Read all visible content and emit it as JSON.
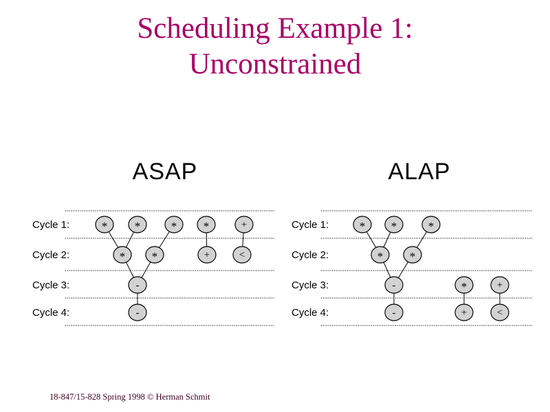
{
  "title": {
    "line1": "Scheduling Example 1:",
    "line2": "Unconstrained"
  },
  "columns": {
    "asap_header": "ASAP",
    "alap_header": "ALAP"
  },
  "footer": {
    "text": "18-847/15-828 Spring 1998 © Herman Schmit"
  },
  "colors": {
    "title_text": "#aa0066",
    "header_text": "#000000",
    "node_fill": "#d2d2d2",
    "node_border": "#000000",
    "edge": "#000000",
    "separator_dots": "#111111",
    "footer_text": "#40001f",
    "background": "#ffffff"
  },
  "asap": {
    "cycle_labels": [
      "Cycle 1:",
      "Cycle 2:",
      "Cycle 3:",
      "Cycle 4:"
    ],
    "nodes": [
      {
        "cycle": 1,
        "op": "*"
      },
      {
        "cycle": 1,
        "op": "*"
      },
      {
        "cycle": 1,
        "op": "*"
      },
      {
        "cycle": 1,
        "op": "*"
      },
      {
        "cycle": 1,
        "op": "+"
      },
      {
        "cycle": 2,
        "op": "*"
      },
      {
        "cycle": 2,
        "op": "*"
      },
      {
        "cycle": 2,
        "op": "+"
      },
      {
        "cycle": 2,
        "op": "<"
      },
      {
        "cycle": 3,
        "op": "-"
      },
      {
        "cycle": 4,
        "op": "-"
      }
    ]
  },
  "alap": {
    "cycle_labels": [
      "Cycle 1:",
      "Cycle 2:",
      "Cycle 3:",
      "Cycle 4:"
    ],
    "nodes": [
      {
        "cycle": 1,
        "op": "*"
      },
      {
        "cycle": 1,
        "op": "*"
      },
      {
        "cycle": 1,
        "op": "*"
      },
      {
        "cycle": 2,
        "op": "*"
      },
      {
        "cycle": 2,
        "op": "*"
      },
      {
        "cycle": 3,
        "op": "-"
      },
      {
        "cycle": 3,
        "op": "*"
      },
      {
        "cycle": 3,
        "op": "+"
      },
      {
        "cycle": 4,
        "op": "-"
      },
      {
        "cycle": 4,
        "op": "+"
      },
      {
        "cycle": 4,
        "op": "<"
      }
    ]
  }
}
